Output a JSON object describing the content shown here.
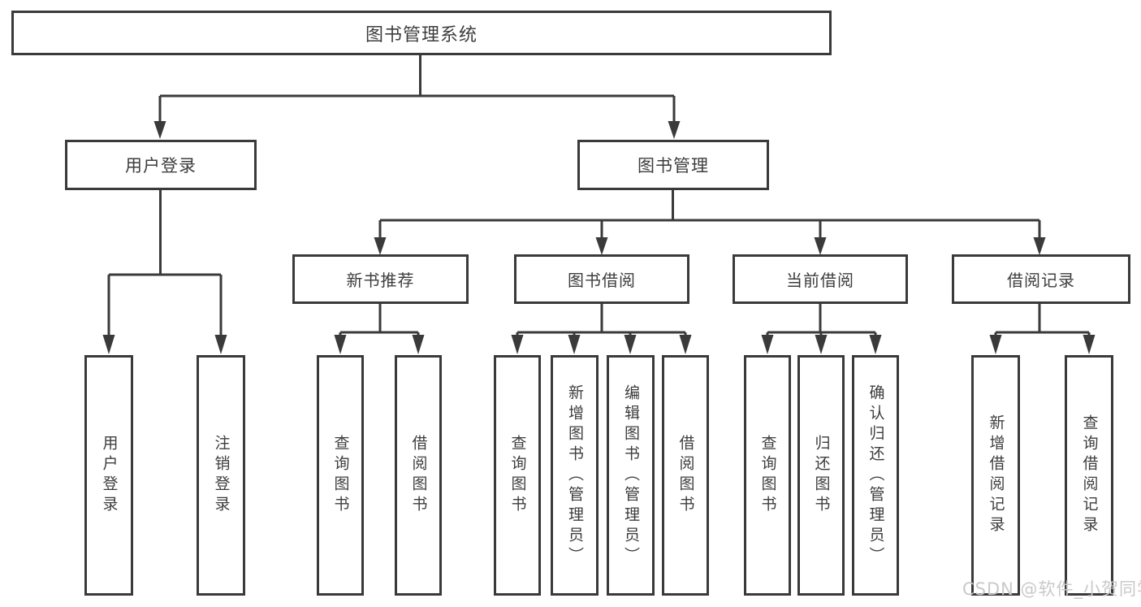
{
  "tree": {
    "root": "图书管理系统",
    "branches": [
      {
        "label": "用户登录",
        "children": [
          {
            "label": "用户登录"
          },
          {
            "label": "注销登录"
          }
        ]
      },
      {
        "label": "图书管理",
        "groups": [
          {
            "label": "新书推荐",
            "children": [
              {
                "label": "查询图书"
              },
              {
                "label": "借阅图书"
              }
            ]
          },
          {
            "label": "图书借阅",
            "children": [
              {
                "label": "查询图书"
              },
              {
                "label": "新增图书（管理员）"
              },
              {
                "label": "编辑图书（管理员）"
              },
              {
                "label": "借阅图书"
              }
            ]
          },
          {
            "label": "当前借阅",
            "children": [
              {
                "label": "查询图书"
              },
              {
                "label": "归还图书"
              },
              {
                "label": "确认归还（管理员）"
              }
            ]
          },
          {
            "label": "借阅记录",
            "children": [
              {
                "label": "新增借阅记录"
              },
              {
                "label": "查询借阅记录"
              }
            ]
          }
        ]
      }
    ]
  },
  "watermark": "CSDN @软件_小贺同学",
  "colors": {
    "line": "#3a3a3a",
    "text": "#3d3d3d",
    "box_fill": "#ffffff",
    "watermark": "#c9c9c9"
  }
}
